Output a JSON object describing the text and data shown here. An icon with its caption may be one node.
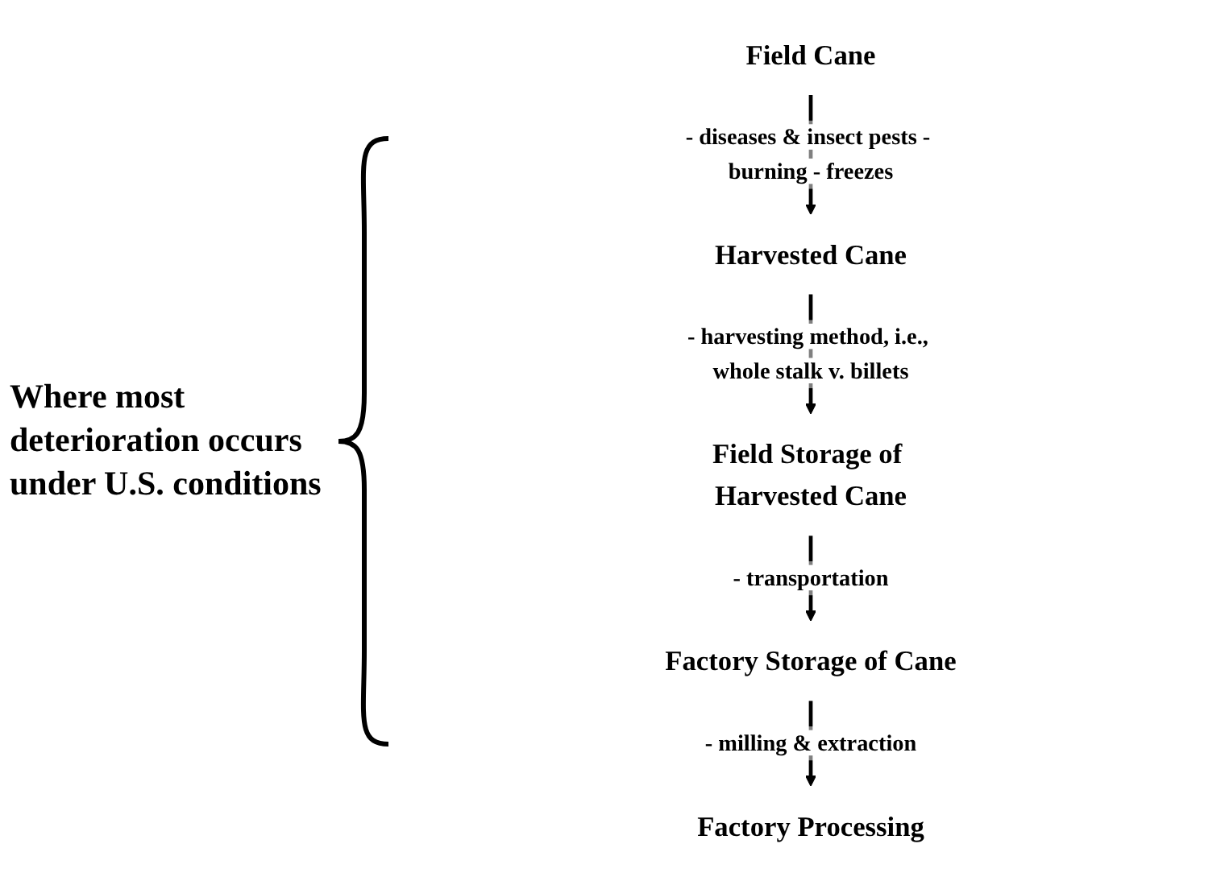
{
  "diagram": {
    "nodes": [
      {
        "text": [
          "Field Cane"
        ]
      },
      {
        "text": [
          "Harvested Cane"
        ]
      },
      {
        "text": [
          "Field Storage of Harvested Cane"
        ]
      },
      {
        "text": [
          "Factory Storage of Cane"
        ]
      },
      {
        "text": [
          "Factory Processing"
        ]
      }
    ],
    "edges": [
      {
        "from": 0,
        "to": 1,
        "arrow": "to",
        "label": "- diseases & insect pests - burning - freezes"
      },
      {
        "from": 1,
        "to": 2,
        "arrow": "to",
        "label": "- harvesting method, i.e., whole stalk v. billets"
      },
      {
        "from": 2,
        "to": 3,
        "arrow": "to",
        "label": "- transportation"
      },
      {
        "from": 3,
        "to": 4,
        "arrow": "to",
        "label": "- milling & extraction"
      }
    ],
    "labels": [
      "Where most deterioration occurs under U.S. conditions"
    ]
  }
}
